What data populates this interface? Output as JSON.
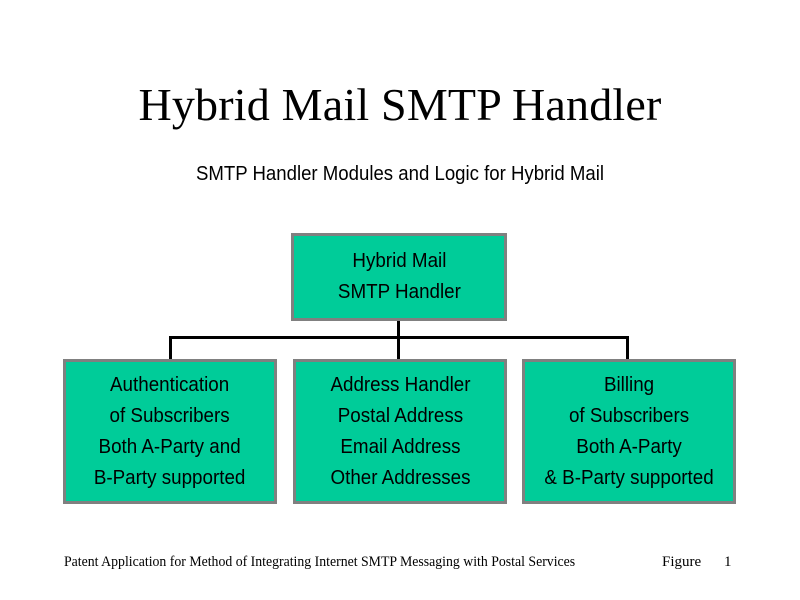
{
  "slide": {
    "title": "Hybrid Mail SMTP Handler",
    "subtitle": "SMTP Handler Modules and Logic for Hybrid Mail",
    "background_color": "#FFFFFF",
    "text_color": "#000000"
  },
  "diagram": {
    "node_fill_color": "#00CC99",
    "node_border_color": "#808080",
    "connector_color": "#000000",
    "root": {
      "text": "Hybrid Mail\nSMTP Handler",
      "lines": [
        "Hybrid Mail",
        "SMTP Handler"
      ]
    },
    "children": [
      {
        "id": "authentication",
        "text": "Authentication\nof Subscribers\nBoth A-Party and\nB-Party supported",
        "lines": [
          "Authentication",
          "of Subscribers",
          "Both A-Party and",
          "B-Party supported"
        ]
      },
      {
        "id": "address-handler",
        "text": "Address Handler\nPostal Address\nEmail Address\nOther Addresses",
        "lines": [
          "Address Handler",
          "Postal Address",
          "Email Address",
          "Other Addresses"
        ]
      },
      {
        "id": "billing",
        "text": "Billing\nof Subscribers\nBoth A-Party\n& B-Party supported",
        "lines": [
          "Billing",
          "of Subscribers",
          "Both A-Party",
          "& B-Party supported"
        ]
      }
    ]
  },
  "footer": {
    "caption": "Patent Application for Method of Integrating Internet SMTP Messaging with Postal Services",
    "figure_label": "Figure",
    "figure_number": "1"
  }
}
